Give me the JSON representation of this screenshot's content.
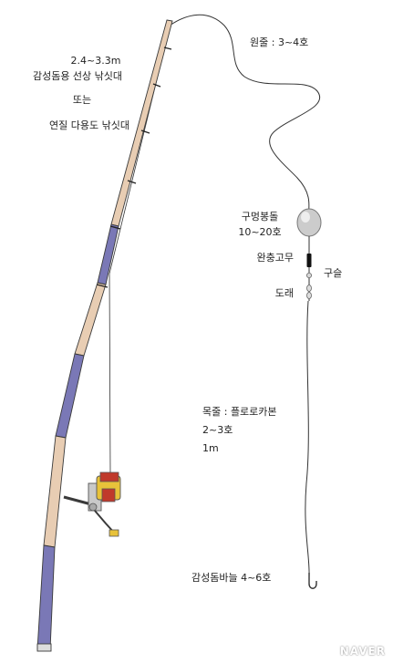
{
  "labels": {
    "rod_length": "2.4~3.3m",
    "rod_type": "감성돔용 선상 낚싯대",
    "or_word": "또는",
    "rod_alt": "연질 다용도 낚싯대",
    "main_line": "원줄 : 3~4호",
    "sinker_name": "구멍봉돌",
    "sinker_size": "10~20호",
    "cushion": "완충고무",
    "bead": "구슬",
    "swivel": "도래",
    "leader_name": "목줄 : 플로로카본",
    "leader_size": "2~3호",
    "leader_length": "1m",
    "hook": "감성돔바늘 4~6호"
  },
  "watermark": "NAVER",
  "colors": {
    "rod_tan": "#e8cdb3",
    "rod_purple": "#7a78b6",
    "rod_outline": "#3a3a3a",
    "line": "#333333",
    "sinker": "#c8c8c8",
    "reel_red": "#c0392b",
    "reel_gold": "#e8c23a"
  }
}
